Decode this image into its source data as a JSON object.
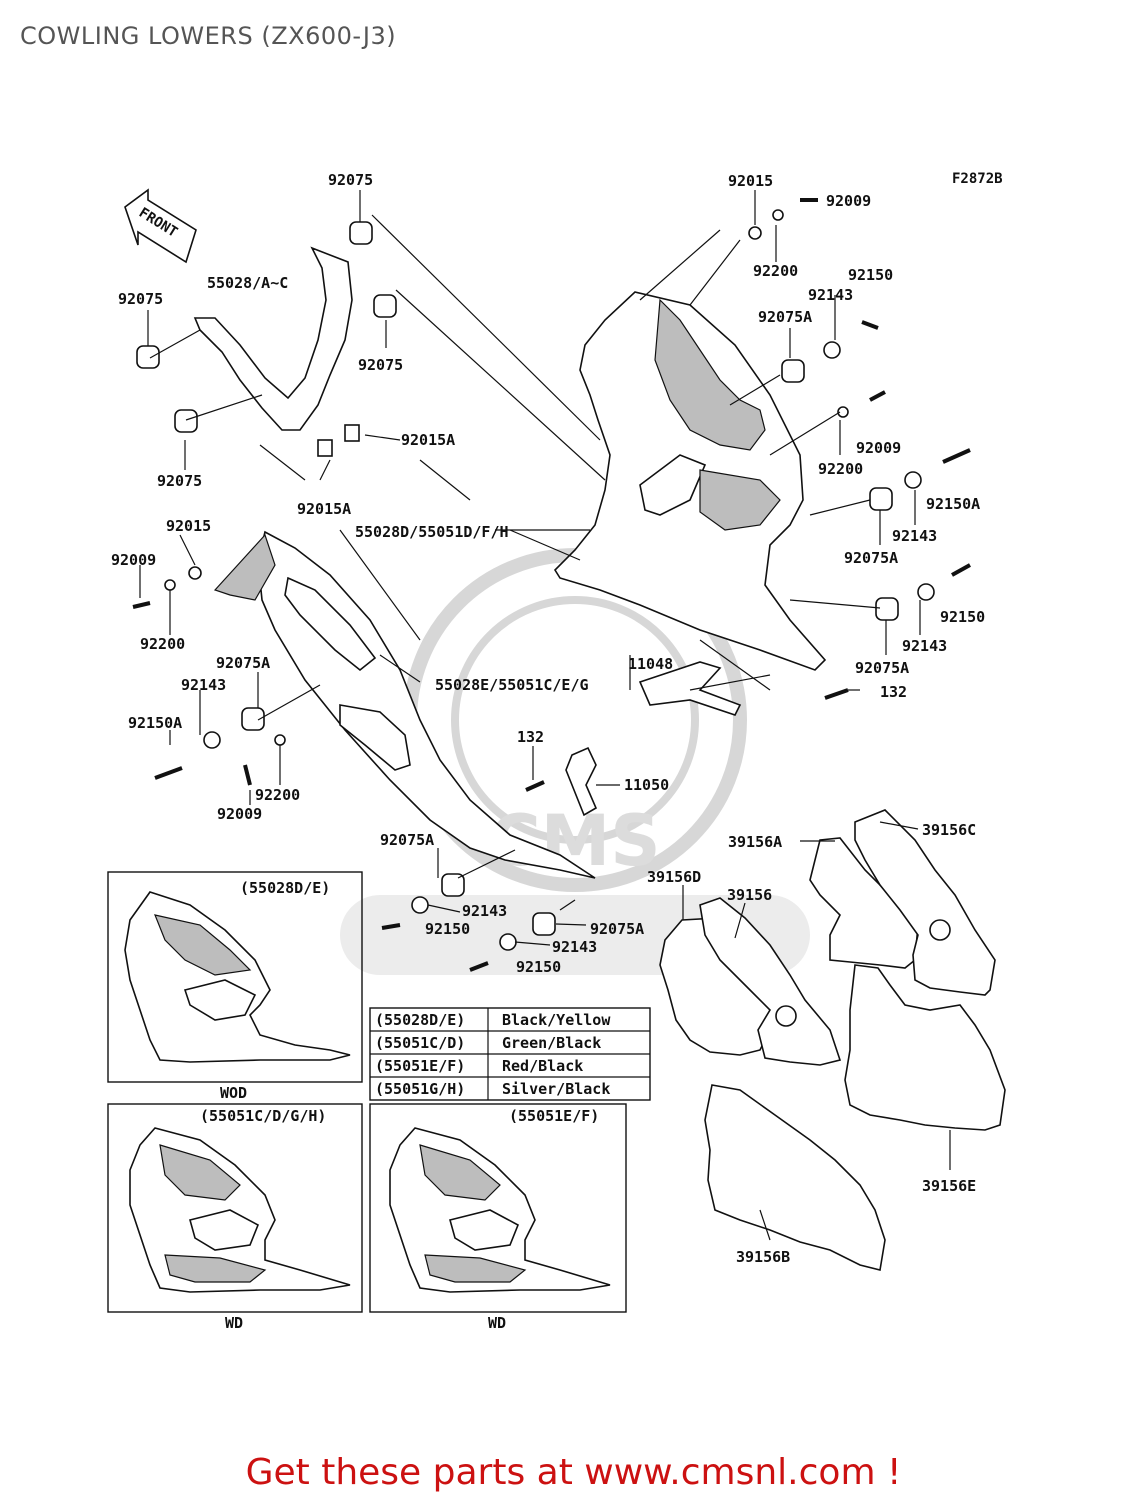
{
  "title": "COWLING LOWERS (ZX600-J3)",
  "figure_code": "F2872B",
  "front_label": "FRONT",
  "footer": "Get these parts at www.cmsnl.com !",
  "watermark": "CMS",
  "colors": {
    "footer": "#cc1111",
    "title": "#555555",
    "ink": "#111111"
  },
  "part_labels": [
    "92075",
    "92015",
    "92009",
    "55028/A~C",
    "92075",
    "92200",
    "92150",
    "92143",
    "92075A",
    "92075",
    "92015A",
    "92009",
    "92200",
    "92075",
    "92015A",
    "92150A",
    "55028D/55051D/F/H",
    "92143",
    "92015",
    "92009",
    "92075A",
    "92200",
    "92150",
    "92143",
    "11048",
    "92075A",
    "55028E/55051C/E/G",
    "92075A",
    "132",
    "92143",
    "92150A",
    "92200",
    "132",
    "11050",
    "92009",
    "92075A",
    "39156A",
    "39156C",
    "39156D",
    "39156",
    "92143",
    "92150",
    "92075A",
    "92143",
    "92150",
    "39156E",
    "39156B"
  ],
  "color_table": [
    {
      "code": "(55028D/E)",
      "color": "Black/Yellow"
    },
    {
      "code": "(55051C/D)",
      "color": "Green/Black"
    },
    {
      "code": "(55051E/F)",
      "color": "Red/Black"
    },
    {
      "code": "(55051G/H)",
      "color": "Silver/Black"
    }
  ],
  "variants": [
    {
      "code": "(55028D/E)",
      "caption": "WOD"
    },
    {
      "code": "(55051C/D/G/H)",
      "caption": "WD"
    },
    {
      "code": "(55051E/F)",
      "caption": "WD"
    }
  ]
}
